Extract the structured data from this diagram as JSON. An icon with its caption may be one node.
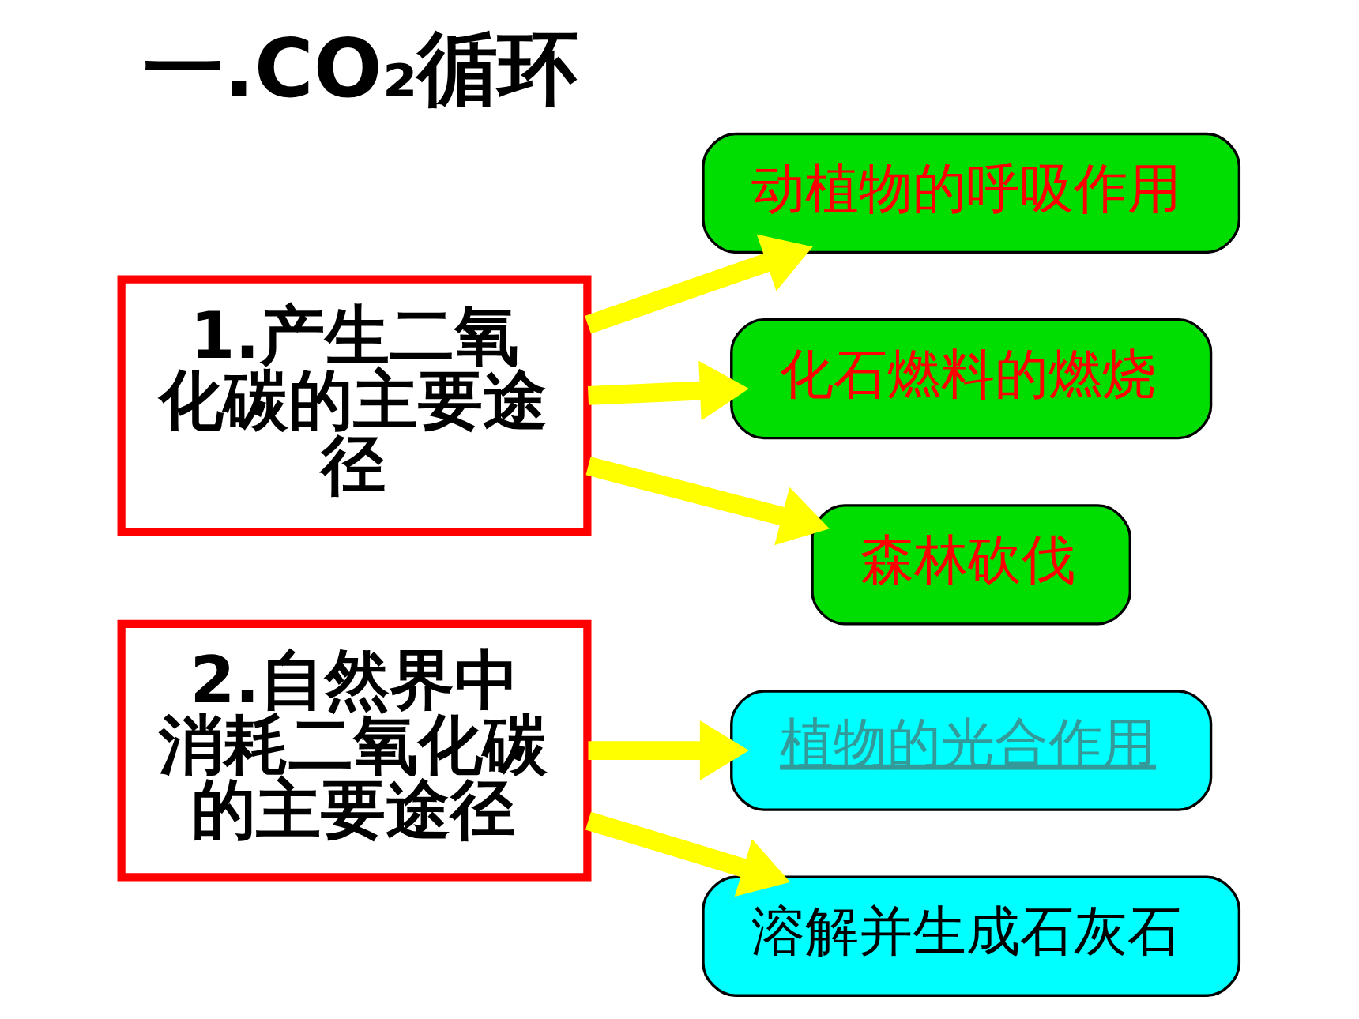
{
  "diagram": {
    "title": "一.CO₂循环",
    "nodes": [
      {
        "text": [
          "1.产生二氧化碳的主要途径"
        ]
      },
      {
        "text": [
          "动植物的呼吸作用"
        ]
      },
      {
        "text": [
          "化石燃料的燃烧"
        ]
      },
      {
        "text": [
          "森林砍伐"
        ]
      },
      {
        "text": [
          "2.自然界中消耗二氧化碳的主要途径"
        ]
      },
      {
        "text": [
          "植物的光合作用"
        ]
      },
      {
        "text": [
          "溶解并生成石灰石"
        ]
      }
    ],
    "edges": [
      {
        "from": 0,
        "to": 1,
        "arrow": "to"
      },
      {
        "from": 0,
        "to": 2,
        "arrow": "to"
      },
      {
        "from": 0,
        "to": 3,
        "arrow": "to"
      },
      {
        "from": 4,
        "to": 5,
        "arrow": "to"
      },
      {
        "from": 4,
        "to": 6,
        "arrow": "to"
      }
    ]
  }
}
